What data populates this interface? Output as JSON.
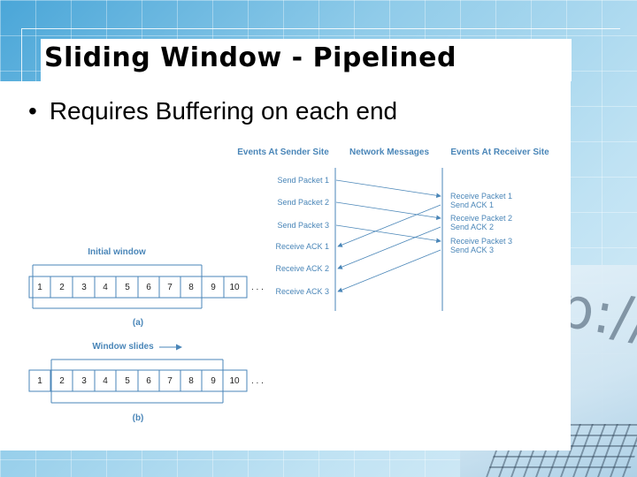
{
  "slide": {
    "title": "Sliding Window - Pipelined",
    "bullet": "Requires Buffering on each end",
    "bullet_symbol": "•"
  },
  "timing": {
    "headers": {
      "sender": "Events At Sender Site",
      "network": "Network Messages",
      "receiver": "Events At Receiver Site"
    },
    "sender_events": [
      "Send Packet 1",
      "Send Packet 2",
      "Send Packet 3",
      "Receive ACK 1",
      "Receive ACK 2",
      "Receive ACK 3"
    ],
    "receiver_events": [
      [
        "Receive Packet 1",
        "Send ACK 1"
      ],
      [
        "Receive Packet 2",
        "Send ACK 2"
      ],
      [
        "Receive Packet 3",
        "Send ACK 3"
      ]
    ]
  },
  "windows": {
    "initial_label": "Initial window",
    "slides_label": "Window slides",
    "caption_a": "(a)",
    "caption_b": "(b)",
    "cells": [
      "1",
      "2",
      "3",
      "4",
      "5",
      "6",
      "7",
      "8",
      "9",
      "10"
    ],
    "ellipsis": ". . ."
  },
  "decoration": {
    "laptop_text": "http://ww"
  },
  "colors": {
    "accent": "#4a86b8",
    "background": "#4aa6d8"
  }
}
